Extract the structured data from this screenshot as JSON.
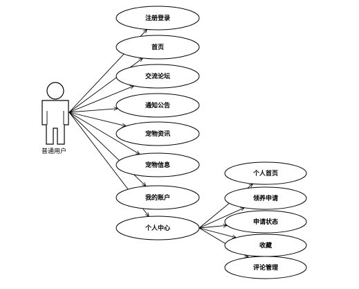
{
  "actor": {
    "label": "普通用户"
  },
  "use_cases": [
    {
      "id": "register",
      "label": "注册登录"
    },
    {
      "id": "home",
      "label": "首页"
    },
    {
      "id": "forum",
      "label": "交流论坛"
    },
    {
      "id": "notice",
      "label": "通知公告"
    },
    {
      "id": "pet-news",
      "label": "宠物资讯"
    },
    {
      "id": "pet-info",
      "label": "宠物信息"
    },
    {
      "id": "my-account",
      "label": "我的账户"
    },
    {
      "id": "personal-center",
      "label": "个人中心"
    }
  ],
  "sub_use_cases": [
    {
      "id": "personal-home",
      "label": "个人首页"
    },
    {
      "id": "adopt-apply",
      "label": "领养申请"
    },
    {
      "id": "apply-status",
      "label": "申请状态"
    },
    {
      "id": "favorites",
      "label": "收藏"
    },
    {
      "id": "comment-manage",
      "label": "评论管理"
    }
  ]
}
